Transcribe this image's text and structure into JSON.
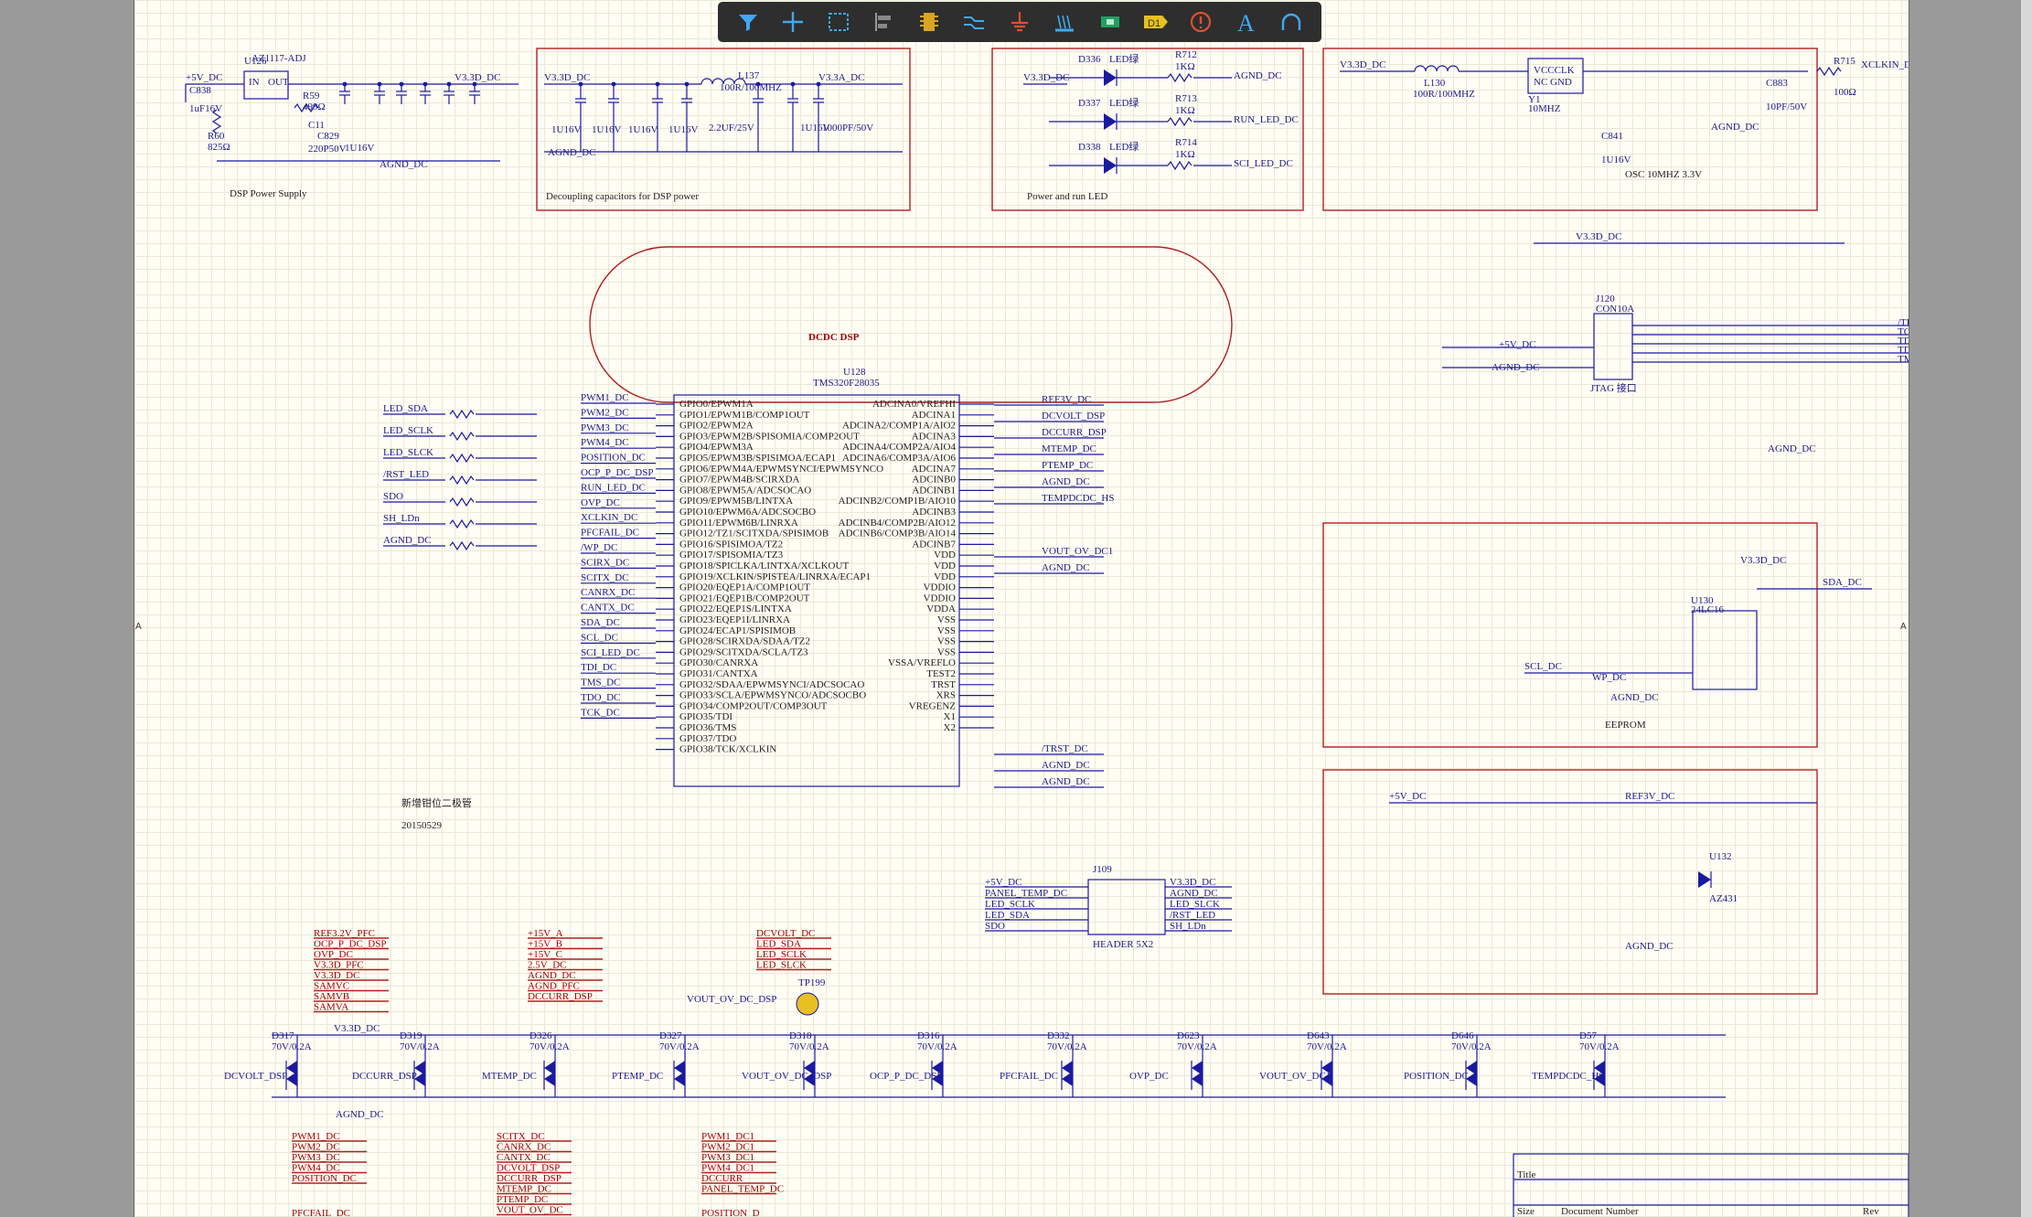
{
  "toolbar": {
    "tools": [
      {
        "name": "filter-icon",
        "label": "Filter"
      },
      {
        "name": "crosshair-icon",
        "label": "Move"
      },
      {
        "name": "select-rect-icon",
        "label": "Select"
      },
      {
        "name": "align-icon",
        "label": "Align"
      },
      {
        "name": "component-icon",
        "label": "Part"
      },
      {
        "name": "wire-icon",
        "label": "Wire"
      },
      {
        "name": "ground-icon",
        "label": "GND"
      },
      {
        "name": "bus-icon",
        "label": "Bus"
      },
      {
        "name": "port-icon",
        "label": "Port"
      },
      {
        "name": "designator-icon",
        "label": "D1"
      },
      {
        "name": "no-erc-icon",
        "label": "NoERC"
      },
      {
        "name": "text-icon",
        "label": "A"
      },
      {
        "name": "arc-icon",
        "label": "Arc"
      }
    ],
    "designator_text": "D1",
    "text_tool_glyph": "A"
  },
  "sheet": {
    "title": "DCDC DSP",
    "border_marker": "A",
    "boxes": {
      "power": "DSP Power Supply",
      "decoupling": "Decoupling capacitors for DSP power",
      "led": "Power and run LED",
      "osc": "OSC 10MHZ 3.3V",
      "eeprom": "EEPROM"
    },
    "labels": {
      "u126": "U126",
      "u126_val": "AZ1117-ADJ",
      "u128": "U128",
      "u128_val": "TMS320F28035",
      "plus5v": "+5V_DC",
      "v33": "V3.3D_DC",
      "v33a": "V3.3A_DC",
      "agnd": "AGND_DC",
      "in_out": "IN",
      "out": "OUT",
      "j120": "J120",
      "j120_val": "CON10A",
      "jtag": "JTAG 接口",
      "u130": "U130",
      "u130_val": "24LC16",
      "u132": "U132",
      "az431": "AZ431",
      "j109": "J109",
      "header": "HEADER 5X2",
      "note1": "新增钳位二极管",
      "note2": "20150529",
      "tp199": "TP199",
      "vout_ov": "VOUT_OV_DC_DSP",
      "ref3v": "REF3V_DC",
      "sda_dc": "SDA_DC",
      "scl_dc": "SCL_DC",
      "wp_dc": "WP_DC",
      "xclkin": "XCLKIN_DC",
      "vccclk": "VCCCLK",
      "ncgnd": "NC GND",
      "l137": "L137",
      "l137v": "100R/100MHZ",
      "l130": "L130",
      "l130v": "100R/100MHZ",
      "y1": "Y1",
      "y1v": "10MHZ",
      "r715": "R715",
      "r715v": "100Ω",
      "c883": "C883",
      "c883v": "10PF/50V",
      "c841": "C841",
      "c841v": "1U16V",
      "ch1": "2.2UF/25V",
      "ch2": "1000PF/50V",
      "led_green": "LED绿",
      "run_led": "RUN_LED_DC",
      "sci_led": "SCI_LED_DC",
      "r712": "R712",
      "r713": "R713",
      "r714": "R714",
      "r1k": "1KΩ"
    },
    "u128_left_pins": [
      "GPIO0/EPWM1A",
      "GPIO1/EPWM1B/COMP1OUT",
      "GPIO2/EPWM2A",
      "GPIO3/EPWM2B/SPISOMIA/COMP2OUT",
      "GPIO4/EPWM3A",
      "GPIO5/EPWM3B/SPISIMOA/ECAP1",
      "GPIO6/EPWM4A/EPWMSYNCI/EPWMSYNCO",
      "GPIO7/EPWM4B/SCIRXDA",
      "GPIO8/EPWM5A/ADCSOCAO",
      "GPIO9/EPWM5B/LINTXA",
      "GPIO10/EPWM6A/ADCSOCBO",
      "GPIO11/EPWM6B/LINRXA",
      "GPIO12/TZ1/SCITXDA/SPISIMOB",
      "GPIO16/SPISIMOA/TZ2",
      "GPIO17/SPISOMIA/TZ3",
      "GPIO18/SPICLKA/LINTXA/XCLKOUT",
      "GPIO19/XCLKIN/SPISTEA/LINRXA/ECAP1",
      "GPIO20/EQEP1A/COMP1OUT",
      "GPIO21/EQEP1B/COMP2OUT",
      "GPIO22/EQEP1S/LINTXA",
      "GPIO23/EQEP1I/LINRXA",
      "GPIO24/ECAP1/SPISIMOB",
      "GPIO28/SCIRXDA/SDAA/TZ2",
      "GPIO29/SCITXDA/SCLA/TZ3",
      "GPIO30/CANRXA",
      "GPIO31/CANTXA",
      "GPIO32/SDAA/EPWMSYNCI/ADCSOCAO",
      "GPIO33/SCLA/EPWMSYNCO/ADCSOCBO",
      "GPIO34/COMP2OUT/COMP3OUT",
      "GPIO35/TDI",
      "GPIO36/TMS",
      "GPIO37/TDO",
      "GPIO38/TCK/XCLKIN"
    ],
    "u128_right_pins": [
      "ADCINA0/VREFHI",
      "ADCINA1",
      "ADCINA2/COMP1A/AIO2",
      "ADCINA3",
      "ADCINA4/COMP2A/AIO4",
      "ADCINA6/COMP3A/AIO6",
      "ADCINA7",
      "ADCINB0",
      "ADCINB1",
      "ADCINB2/COMP1B/AIO10",
      "ADCINB3",
      "ADCINB4/COMP2B/AIO12",
      "ADCINB6/COMP3B/AIO14",
      "ADCINB7",
      "VDD",
      "VDD",
      "VDD",
      "VDDIO",
      "VDDIO",
      "VDDA",
      "VSS",
      "VSS",
      "VSS",
      "VSS",
      "VSSA/VREFLO",
      "TEST2",
      "TRST",
      "XRS",
      "VREGENZ",
      "X1",
      "X2"
    ],
    "left_nets": [
      "PWM1_DC",
      "PWM2_DC",
      "PWM3_DC",
      "PWM4_DC",
      "POSITION_DC",
      "OCP_P_DC_DSP",
      "RUN_LED_DC",
      "OVP_DC",
      "XCLKIN_DC",
      "PFCFAIL_DC",
      "/WP_DC",
      "SCIRX_DC",
      "SCITX_DC",
      "CANRX_DC",
      "CANTX_DC",
      "SDA_DC",
      "SCL_DC",
      "SCI_LED_DC",
      "TDI_DC",
      "TMS_DC",
      "TDO_DC",
      "TCK_DC"
    ],
    "right_nets": [
      "REF3V_DC",
      "DCVOLT_DSP",
      "DCCURR_DSP",
      "MTEMP_DC",
      "PTEMP_DC",
      "AGND_DC",
      "TEMPDCDC_HS",
      "VOUT_OV_DC1",
      "AGND_DC",
      "/TRST_DC",
      "AGND_DC",
      "AGND_DC"
    ],
    "far_left_nets": [
      "LED_SDA",
      "LED_SCLK",
      "LED_SLCK",
      "/RST_LED",
      "SDO",
      "SH_LDn",
      "AGND_DC"
    ],
    "jtag_nets": [
      "/TRST_DC",
      "TCK_DC",
      "TDI_DC",
      "TDO_DC",
      "TMS_DC"
    ],
    "header_left": [
      "+5V_DC",
      "PANEL_TEMP_DC",
      "LED_SCLK",
      "LED_SDA",
      "SDO"
    ],
    "header_right": [
      "V3.3D_DC",
      "AGND_DC",
      "LED_SLCK",
      "/RST_LED",
      "SH_LDn"
    ],
    "net_block_a": [
      "REF3.2V_PFC",
      "OCP_P_DC_DSP",
      "OVP_DC",
      "V3.3D_PFC",
      "V3.3D_DC",
      "SAMVC",
      "SAMVB",
      "SAMVA"
    ],
    "net_block_b": [
      "+15V_A",
      "+15V_B",
      "+15V_C",
      "2.5V_DC",
      "AGND_DC",
      "AGND_PFC",
      "DCCURR_DSP"
    ],
    "net_block_c": [
      "DCVOLT_DC",
      "LED_SDA",
      "LED_SCLK",
      "LED_SLCK"
    ],
    "bottom_blocks": [
      [
        "PWM1_DC",
        "PWM2_DC",
        "PWM3_DC",
        "PWM4_DC",
        "POSITION_DC"
      ],
      [
        "SCITX_DC",
        "CANRX_DC",
        "CANTX_DC",
        "DCVOLT_DSP",
        "DCCURR_DSP",
        "MTEMP_DC",
        "PTEMP_DC",
        "VOUT_OV_DC"
      ],
      [
        "PWM1_DC1",
        "PWM2_DC1",
        "PWM3_DC1",
        "PWM4_DC1",
        "DCCURR",
        "PANEL_TEMP_DC"
      ]
    ],
    "bottom_partial": [
      "PFCFAIL_DC",
      "POSITION_D"
    ],
    "diode_row": [
      {
        "ref": "D317",
        "net": "DCVOLT_DSP"
      },
      {
        "ref": "D319",
        "net": "DCCURR_DSP"
      },
      {
        "ref": "D326",
        "net": "MTEMP_DC"
      },
      {
        "ref": "D327",
        "net": "PTEMP_DC"
      },
      {
        "ref": "D318",
        "net": "VOUT_OV_DC_DSP"
      },
      {
        "ref": "D316",
        "net": "OCP_P_DC_DSP"
      },
      {
        "ref": "D332",
        "net": "PFCFAIL_DC"
      },
      {
        "ref": "D623",
        "net": "OVP_DC"
      },
      {
        "ref": "D643",
        "net": "VOUT_OV_DC1"
      },
      {
        "ref": "D646",
        "net": "POSITION_DC"
      },
      {
        "ref": "D57",
        "net": "TEMPDCDC_HS"
      }
    ],
    "diode_value": "70V/0.2A",
    "titleblock": {
      "title": "Title",
      "size": "Size",
      "number": "Document Number",
      "rev": "Rev"
    }
  }
}
